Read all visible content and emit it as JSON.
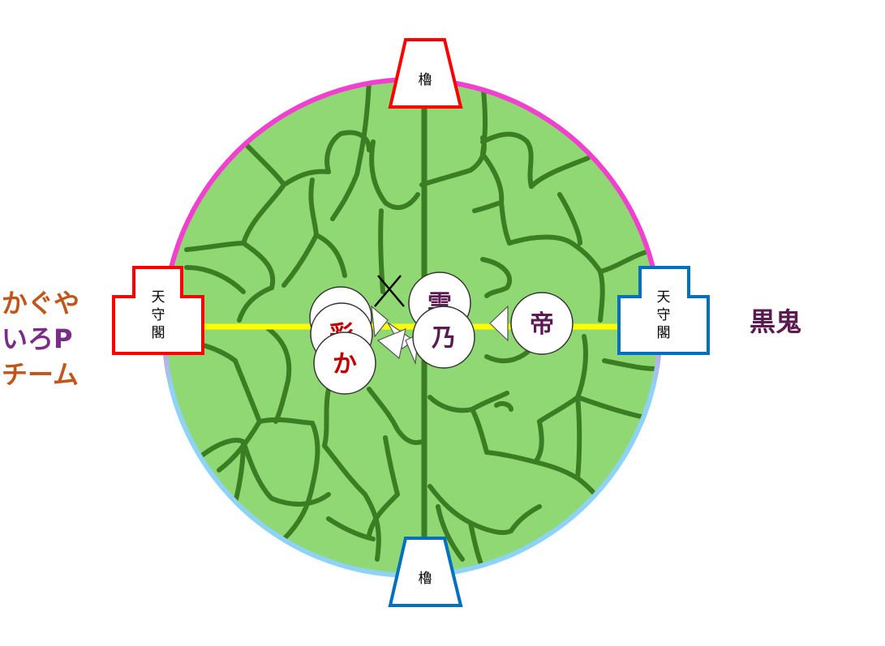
{
  "top_tower": {
    "label": "櫓",
    "color": "#ff0000"
  },
  "bottom_tower": {
    "label": "櫓",
    "color": "#0070c0"
  },
  "left_keep": {
    "label": "天守閣",
    "color": "#ff0000"
  },
  "right_keep": {
    "label": "天守閣",
    "color": "#0070c0"
  },
  "teams": {
    "left": {
      "line1": "かぐや",
      "line2": "いろP",
      "line3": "チーム"
    },
    "right": {
      "name": "黒鬼",
      "color": "#5b1a52"
    }
  },
  "pieces": [
    {
      "id": "piece-1",
      "label": "",
      "color": "#c00000"
    },
    {
      "id": "piece-aya",
      "label": "彩",
      "color": "#c00000"
    },
    {
      "id": "piece-ka",
      "label": "か",
      "color": "#c00000"
    },
    {
      "id": "piece-kumo",
      "label": "雲",
      "color": "#5b1a52"
    },
    {
      "id": "piece-no",
      "label": "乃",
      "color": "#5b1a52"
    },
    {
      "id": "piece-mikado",
      "label": "帝",
      "color": "#5b1a52"
    }
  ],
  "colors": {
    "field_green": "#8fd873",
    "grid_line": "#3a7d22",
    "boundary_top": "#f23fcf",
    "boundary_bottom": "#8ed2f5",
    "center_line": "#ffff00"
  }
}
